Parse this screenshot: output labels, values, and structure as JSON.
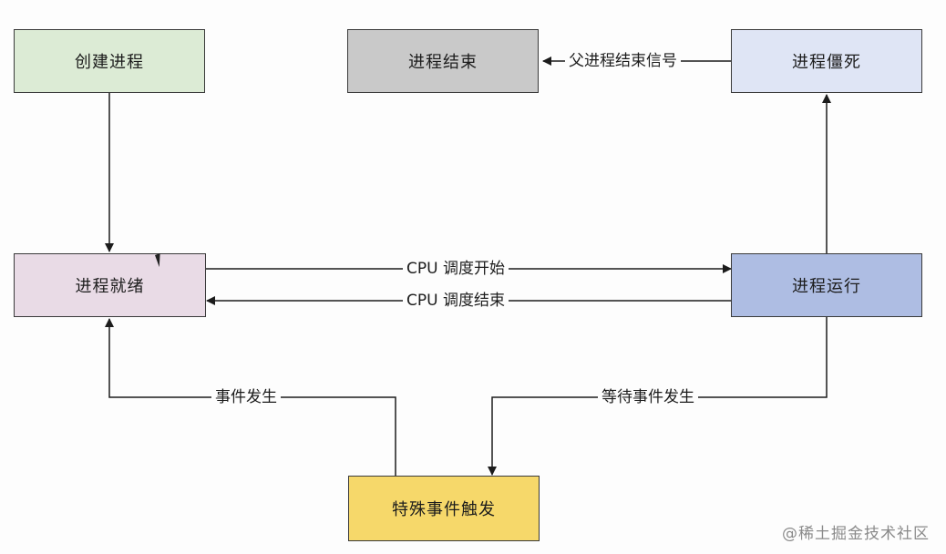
{
  "nodes": {
    "create": {
      "label": "创建进程",
      "color": "#dcebd5"
    },
    "end": {
      "label": "进程结束",
      "color": "#c9c9c9"
    },
    "zombie": {
      "label": "进程僵死",
      "color": "#dfe5f5"
    },
    "ready": {
      "label": "进程就绪",
      "color": "#e9dbe6"
    },
    "running": {
      "label": "进程运行",
      "color": "#aebde3"
    },
    "event": {
      "label": "特殊事件触发",
      "color": "#f6d86a"
    }
  },
  "edges": {
    "parent_end_signal": "父进程结束信号",
    "cpu_start": "CPU 调度开始",
    "cpu_end": "CPU 调度结束",
    "event_occurs": "事件发生",
    "wait_event": "等待事件发生"
  },
  "watermark": "@稀土掘金技术社区"
}
